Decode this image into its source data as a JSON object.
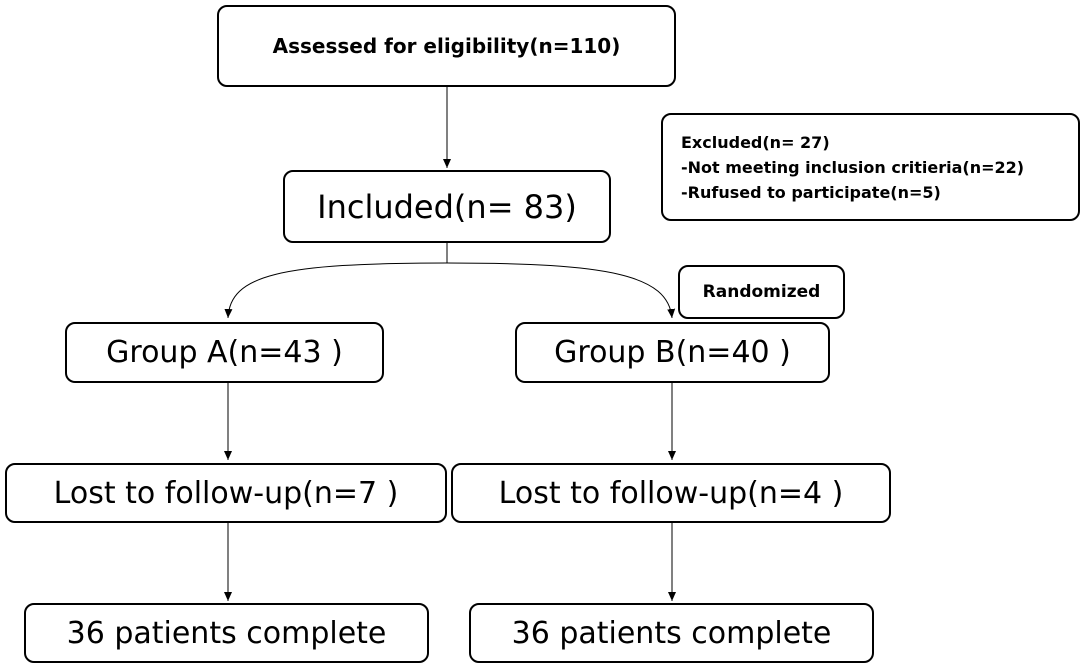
{
  "flowchart": {
    "assessed": "Assessed for eligibility(n=110)",
    "excluded": {
      "title": "Excluded(n= 27)",
      "items": [
        "-Not meeting inclusion critieria(n=22)",
        "-Rufused to participate(n=5)"
      ]
    },
    "included": "Included(n= 83)",
    "randomized": "Randomized",
    "group_a": {
      "label": "Group A(n=43 )",
      "lost": "Lost to follow-up(n=7 )",
      "complete": "36 patients complete"
    },
    "group_b": {
      "label": "Group B(n=40 )",
      "lost": "Lost to follow-up(n=4 )",
      "complete": "36 patients complete"
    }
  }
}
